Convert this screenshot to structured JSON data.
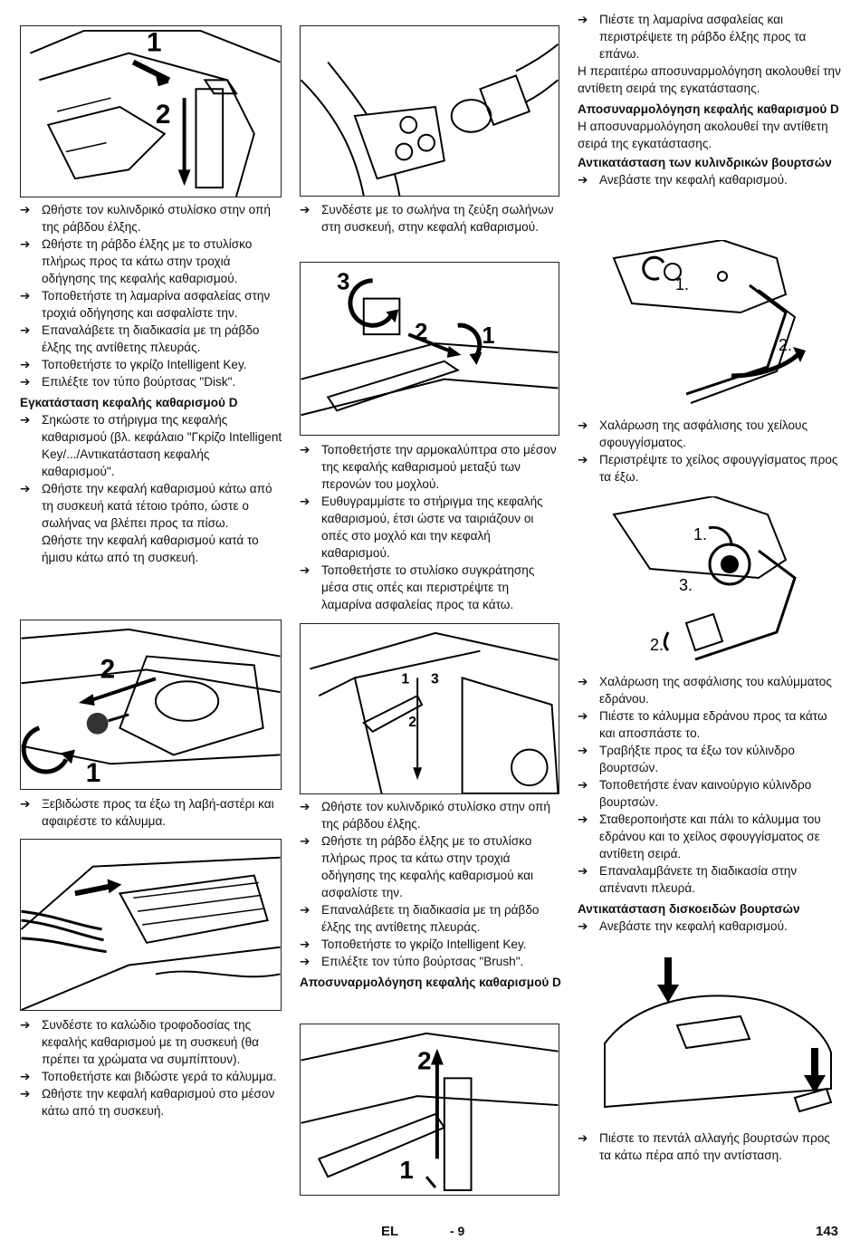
{
  "col1": {
    "fig1": {
      "labels": [
        "1",
        "2"
      ]
    },
    "steps_a": [
      "Ωθήστε τον κυλινδρικό στυλίσκο στην οπή της ράβδου έλξης.",
      "Ωθήστε τη ράβδο έλξης με το στυλίσκο πλήρως προς τα κάτω στην τροχιά οδήγησης της κεφαλής καθαρισμού.",
      "Τοποθετήστε τη λαμαρίνα ασφαλείας στην τροχιά οδήγησης και ασφαλίστε την.",
      "Επαναλάβετε τη διαδικασία με τη ράβδο έλξης της αντίθετης πλευράς.",
      "Τοποθετήστε το γκρίζο Intelligent Key.",
      "Επιλέξτε τον τύπο βούρτσας \"Disk\"."
    ],
    "heading_install": "Εγκατάσταση κεφαλής καθαρισμού D",
    "steps_b": [
      "Σηκώστε το στήριγμα της κεφαλής καθαρισμού (βλ. κεφάλαιο \"Γκρίζο Intelligent Key/.../Αντικατάσταση κεφαλής καθαρισμού\".",
      "Ωθήστε την κεφαλή καθαρισμού κάτω από τη συσκευή κατά τέτοιο τρόπο, ώστε ο σωλήνας να βλέπει προς τα πίσω."
    ],
    "note_b": "Ωθήστε την κεφαλή καθαρισμού κατά το ήμισυ κάτω από τη συσκευή.",
    "fig2": {
      "labels": [
        "2",
        "1"
      ]
    },
    "steps_c": [
      "Ξεβιδώστε προς τα έξω τη λαβή-αστέρι και αφαιρέστε το κάλυμμα."
    ],
    "steps_d": [
      "Συνδέστε το καλώδιο τροφοδοσίας της κεφαλής καθαρισμού με τη συσκευή (θα πρέπει τα χρώματα να συμπίπτουν).",
      "Τοποθετήστε και βιδώστε γερά το κάλυμμα.",
      "Ωθήστε την κεφαλή καθαρισμού στο μέσον κάτω από τη συσκευή."
    ]
  },
  "col2": {
    "steps_a": [
      "Συνδέστε με το σωλήνα τη ζεύξη σωλήνων στη συσκευή, στην κεφαλή καθαρισμού."
    ],
    "fig2": {
      "labels": [
        "3",
        "2",
        "1"
      ]
    },
    "steps_b": [
      "Τοποθετήστε την αρμοκαλύπτρα στο μέσον της κεφαλής καθαρισμού μεταξύ των περονών του μοχλού.",
      "Ευθυγραμμίστε το στήριγμα της κεφαλής καθαρισμού, έτσι ώστε να ταιριάζουν οι οπές στο μοχλό και την κεφαλή καθαρισμού.",
      "Τοποθετήστε το στυλίσκο συγκράτησης μέσα στις οπές και περιστρέψτε τη λαμαρίνα ασφαλείας προς τα κάτω."
    ],
    "fig3": {
      "labels": [
        "1",
        "3",
        "2"
      ]
    },
    "steps_c": [
      "Ωθήστε τον κυλινδρικό στυλίσκο στην οπή της ράβδου έλξης.",
      "Ωθήστε τη ράβδο έλξης με το στυλίσκο πλήρως προς τα κάτω στην τροχιά οδήγησης της κεφαλής καθαρισμού και ασφαλίστε την.",
      "Επαναλάβετε τη διαδικασία με τη ράβδο έλξης της αντίθετης πλευράς.",
      "Τοποθετήστε το γκρίζο Intelligent Key.",
      "Επιλέξτε τον τύπο βούρτσας \"Brush\"."
    ],
    "heading_remove": "Αποσυναρμολόγηση κεφαλής καθαρισμού D",
    "fig4": {
      "labels": [
        "2",
        "1"
      ]
    }
  },
  "col3": {
    "steps_a": [
      "Πιέστε τη λαμαρίνα ασφαλείας και περιστρέψετε τη ράβδο έλξης προς τα επάνω."
    ],
    "para_a": "Η περαιτέρω αποσυναρμολόγηση ακολουθεί την αντίθετη σειρά της εγκατάστασης.",
    "heading_remove2": "Αποσυναρμολόγηση κεφαλής καθαρισμού D",
    "para_b": "Η αποσυναρμολόγηση ακολουθεί την αντίθετη σειρά της εγκατάστασης.",
    "heading_roller": "Αντικατάσταση των κυλινδρικών βουρτσών",
    "steps_b": [
      "Ανεβάστε την κεφαλή καθαρισμού."
    ],
    "fig1": {
      "labels": [
        "1.",
        "2."
      ]
    },
    "steps_c": [
      "Χαλάρωση της ασφάλισης του χείλους σφουγγίσματος.",
      "Περιστρέψτε το χείλος σφουγγίσματος προς τα έξω."
    ],
    "fig2": {
      "labels": [
        "1.",
        "3.",
        "2."
      ]
    },
    "steps_d": [
      "Χαλάρωση της ασφάλισης του καλύμματος εδράνου.",
      "Πιέστε το κάλυμμα εδράνου προς τα κάτω και αποσπάστε το.",
      "Τραβήξτε προς τα έξω τον κύλινδρο βουρτσών.",
      "Τοποθετήστε έναν καινούργιο κύλινδρο βουρτσών.",
      "Σταθεροποιήστε και πάλι το κάλυμμα του εδράνου και το χείλος σφουγγίσματος σε αντίθετη σειρά.",
      "Επαναλαμβάνετε τη διαδικασία στην απέναντι πλευρά."
    ],
    "heading_disc": "Αντικατάσταση δισκοειδών βουρτσών",
    "steps_e": [
      "Ανεβάστε την κεφαλή καθαρισμού."
    ],
    "steps_f": [
      "Πιέστε το πεντάλ αλλαγής βουρτσών προς τα κάτω πέρα από την αντίσταση."
    ]
  },
  "footer": {
    "lang": "EL",
    "num": "- 9",
    "page": "143"
  },
  "arrow_glyph": "➔"
}
